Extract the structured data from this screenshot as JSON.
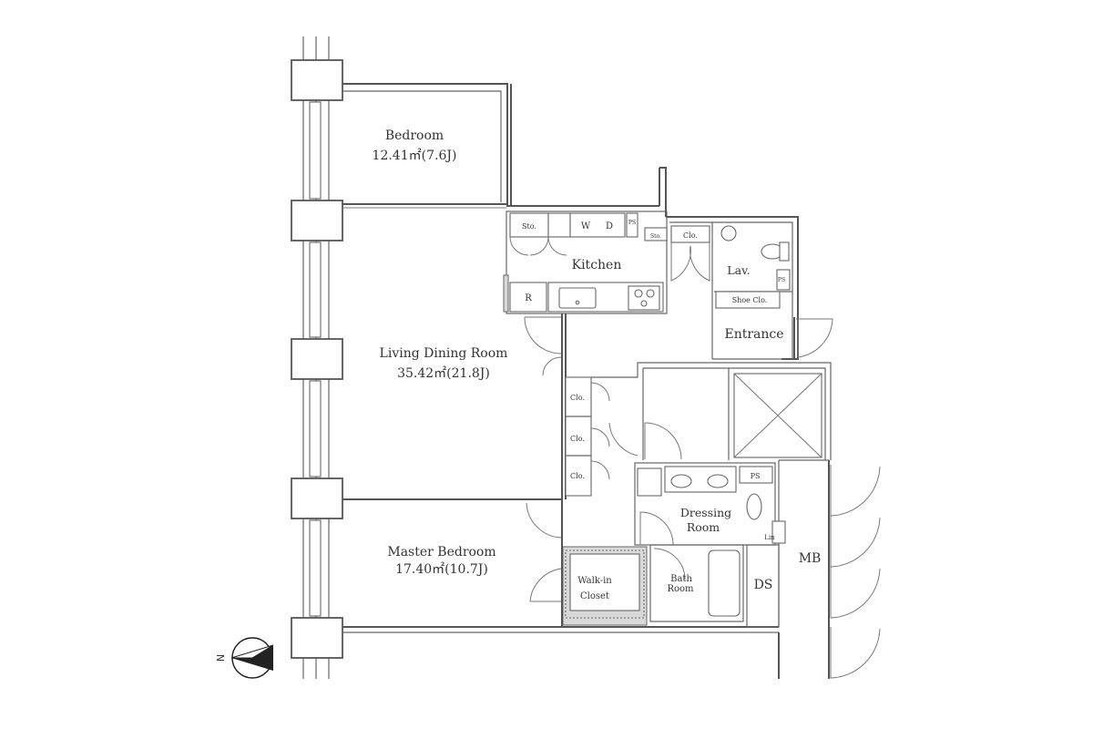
{
  "rooms": {
    "bedroom": {
      "name": "Bedroom",
      "area": "12.41㎡(7.6J)"
    },
    "living": {
      "name": "Living Dining Room",
      "area": "35.42㎡(21.8J)"
    },
    "master": {
      "name": "Master Bedroom",
      "area": "17.40㎡(10.7J)"
    },
    "kitchen": "Kitchen",
    "entrance": "Entrance",
    "lav": "Lav.",
    "dressing": {
      "line1": "Dressing",
      "line2": "Room"
    },
    "bath": {
      "line1": "Bath",
      "line2": "Room"
    },
    "walkin": {
      "line1": "Walk-in",
      "line2": "Closet"
    },
    "mb": "MB",
    "ds": "DS"
  },
  "labels": {
    "sto": "Sto.",
    "sto_small": "Sto.",
    "w": "W",
    "d": "D",
    "ps_kitchen": "PS",
    "ps_lav": "PS",
    "ps_dress": "PS",
    "clo_kitchen": "Clo.",
    "shoe_clo": "Shoe Clo.",
    "r": "R",
    "clo1": "Clo.",
    "clo2": "Clo.",
    "clo3": "Clo.",
    "lin": "Lin"
  },
  "compass": {
    "north": "N"
  },
  "colors": {
    "wall": "#555555",
    "background": "#ffffff",
    "shade": "#d9d9d9",
    "compass": "#222222"
  }
}
